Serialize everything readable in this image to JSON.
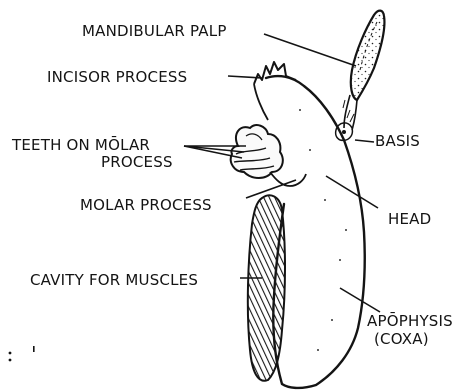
{
  "diagram": {
    "labels": {
      "mandibular_palp": "MANDIBULAR PALP",
      "incisor_process": "INCISOR PROCESS",
      "teeth_line1": "TEETH ON MŌLAR",
      "teeth_line2": "PROCESS",
      "basis": "BASIS",
      "molar_process": "MOLAR PROCESS",
      "head": "HEAD",
      "cavity": "CAVITY FOR MUSCLES",
      "apophysis_line1": "APŌPHYSIS",
      "apophysis_line2": "(COXA)"
    },
    "ink_color": "#141414",
    "background_color": "#ffffff"
  }
}
